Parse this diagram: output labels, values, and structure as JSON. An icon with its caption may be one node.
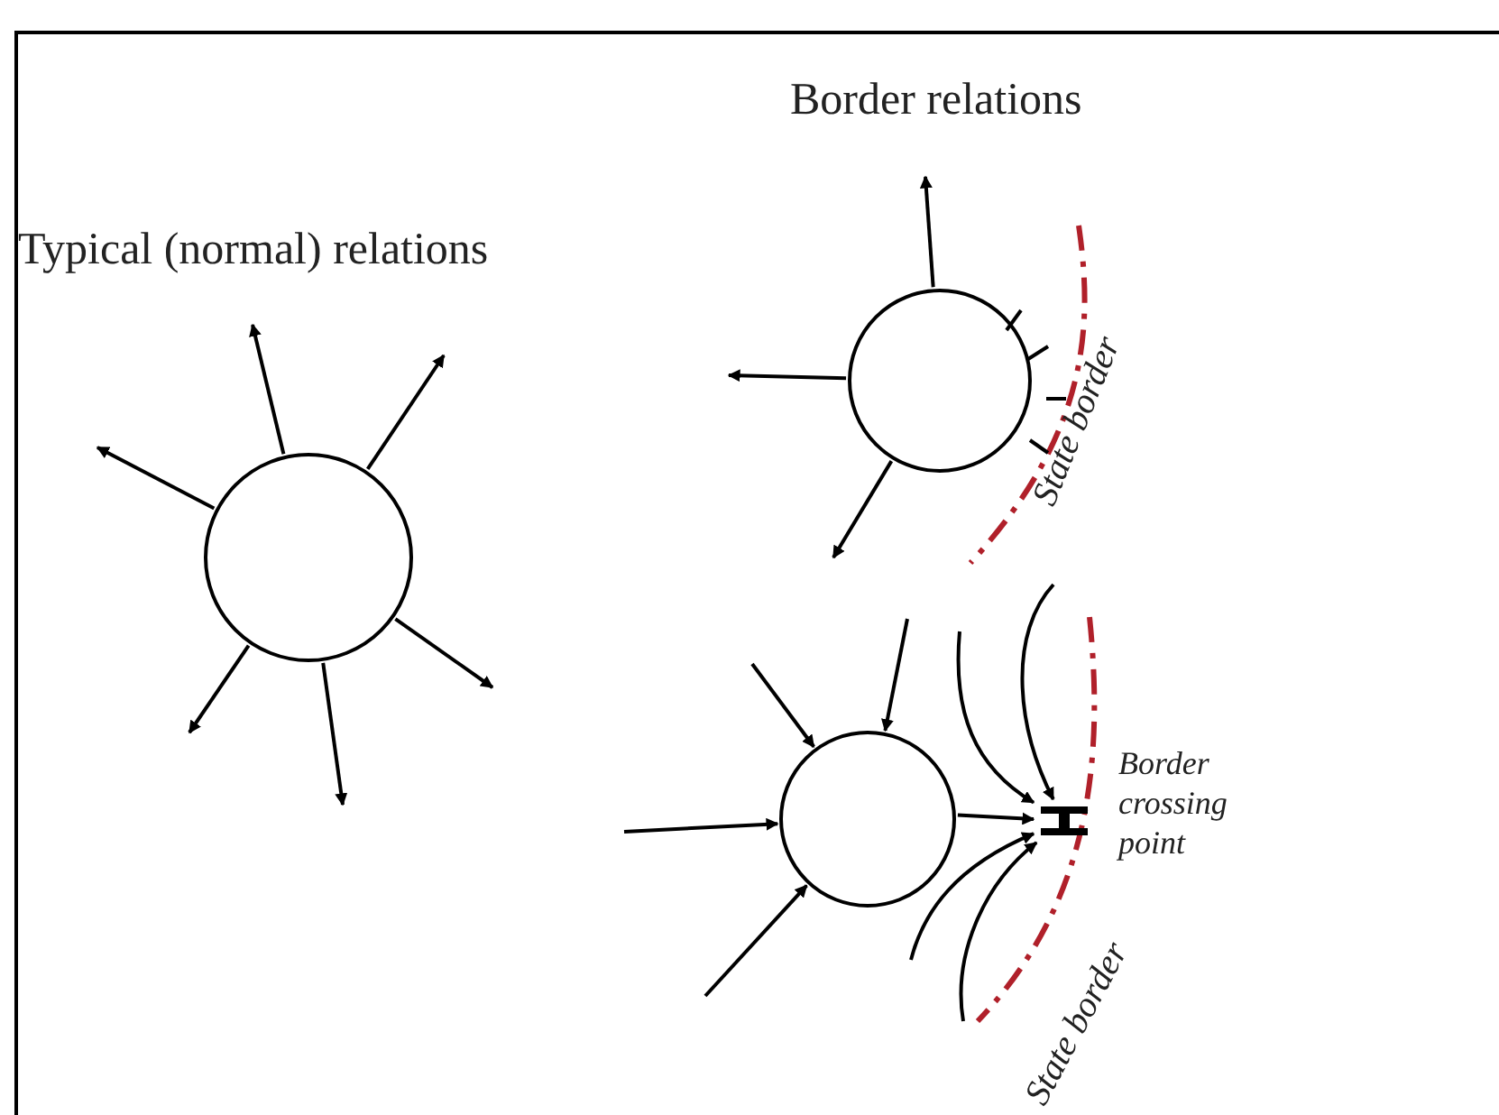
{
  "diagram": {
    "nodes": [
      {
        "text": [
          "Typical (normal) relations"
        ]
      },
      {
        "text": [
          "Border relations"
        ]
      },
      {
        "text": [],
        "shape": "circle"
      },
      {
        "text": [],
        "shape": "bar",
        "beside": [
          "Border crossing point"
        ]
      }
    ],
    "edges": [
      {
        "from": 0,
        "to": null,
        "arrow": "to"
      },
      {
        "from": 0,
        "to": null,
        "arrow": "to"
      },
      {
        "from": 0,
        "to": null,
        "arrow": "to"
      },
      {
        "from": 0,
        "to": null,
        "arrow": "to"
      },
      {
        "from": 0,
        "to": null,
        "arrow": "to"
      },
      {
        "from": 0,
        "to": null,
        "arrow": "to"
      },
      {
        "from": 1,
        "to": null,
        "arrow": "to"
      },
      {
        "from": 1,
        "to": null,
        "arrow": "to"
      },
      {
        "from": 1,
        "to": null,
        "arrow": "to"
      },
      {
        "from": null,
        "to": 2,
        "arrow": "to"
      },
      {
        "from": null,
        "to": 2,
        "arrow": "to"
      },
      {
        "from": null,
        "to": 2,
        "arrow": "to"
      },
      {
        "from": null,
        "to": 2,
        "arrow": "to"
      },
      {
        "from": 2,
        "to": 3,
        "arrow": "to"
      },
      {
        "from": null,
        "to": 3,
        "arrow": "to"
      },
      {
        "from": null,
        "to": 3,
        "arrow": "to"
      },
      {
        "from": null,
        "to": 3,
        "arrow": "to"
      },
      {
        "from": null,
        "to": 3,
        "arrow": "to"
      }
    ],
    "labels": [
      "State border",
      "State border"
    ]
  }
}
